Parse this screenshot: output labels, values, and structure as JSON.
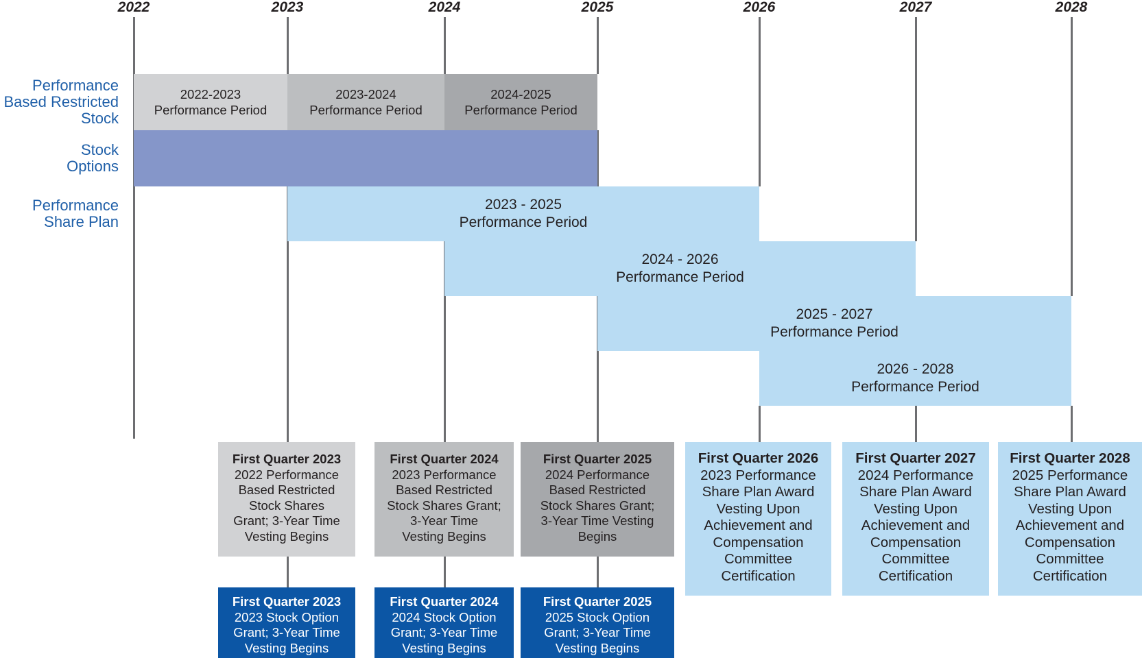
{
  "years": [
    "2022",
    "2023",
    "2024",
    "2025",
    "2026",
    "2027",
    "2028"
  ],
  "row_labels": {
    "pbrs": [
      "Performance",
      "Based Restricted",
      "Stock"
    ],
    "options": [
      "Stock",
      "Options"
    ],
    "psp": [
      "Performance",
      "Share Plan"
    ]
  },
  "pbrs_periods": [
    {
      "lines": [
        "2022-2023",
        "Performance Period"
      ]
    },
    {
      "lines": [
        "2023-2024",
        "Performance Period"
      ]
    },
    {
      "lines": [
        "2024-2025",
        "Performance Period"
      ]
    }
  ],
  "psp_periods": [
    {
      "lines": [
        "2023 - 2025",
        "Performance Period"
      ]
    },
    {
      "lines": [
        "2024 - 2026",
        "Performance Period"
      ]
    },
    {
      "lines": [
        "2025 - 2027",
        "Performance Period"
      ]
    },
    {
      "lines": [
        "2026 - 2028",
        "Performance Period"
      ]
    }
  ],
  "pbrs_grants": [
    {
      "title": "First Quarter 2023",
      "lines": [
        "2022 Performance",
        "Based Restricted",
        "Stock Shares",
        "Grant; 3-Year Time",
        "Vesting Begins"
      ]
    },
    {
      "title": "First Quarter 2024",
      "lines": [
        "2023 Performance",
        "Based Restricted",
        "Stock Shares Grant;",
        "3-Year Time",
        "Vesting Begins"
      ]
    },
    {
      "title": "First Quarter 2025",
      "lines": [
        "2024 Performance",
        "Based Restricted",
        "Stock Shares Grant;",
        "3-Year Time Vesting",
        "Begins"
      ]
    }
  ],
  "option_grants": [
    {
      "title": "First Quarter 2023",
      "lines": [
        "2023 Stock Option",
        "Grant; 3-Year Time",
        "Vesting Begins"
      ]
    },
    {
      "title": "First Quarter 2024",
      "lines": [
        "2024 Stock Option",
        "Grant; 3-Year Time",
        "Vesting Begins"
      ]
    },
    {
      "title": "First Quarter 2025",
      "lines": [
        "2025 Stock Option",
        "Grant; 3-Year Time",
        "Vesting Begins"
      ]
    }
  ],
  "psp_awards": [
    {
      "title": "First Quarter 2026",
      "lines": [
        "2023 Performance",
        "Share Plan Award",
        "Vesting Upon",
        "Achievement and",
        "Compensation",
        "Committee",
        "Certification"
      ]
    },
    {
      "title": "First Quarter 2027",
      "lines": [
        "2024 Performance",
        "Share Plan Award",
        "Vesting Upon",
        "Achievement and",
        "Compensation",
        "Committee",
        "Certification"
      ]
    },
    {
      "title": "First Quarter 2028",
      "lines": [
        "2025 Performance",
        "Share Plan Award",
        "Vesting Upon",
        "Achievement and",
        "Compensation",
        "Committee",
        "Certification"
      ]
    }
  ],
  "colors": {
    "pbrs_1": "#d1d2d4",
    "pbrs_2": "#bcbec0",
    "pbrs_3": "#a6a8ab",
    "options": "#8596c9",
    "psp": "#b9dcf3",
    "option_grant": "#0c56a5",
    "row_label": "#1f5fa8",
    "timeline": "#6d6e71"
  }
}
